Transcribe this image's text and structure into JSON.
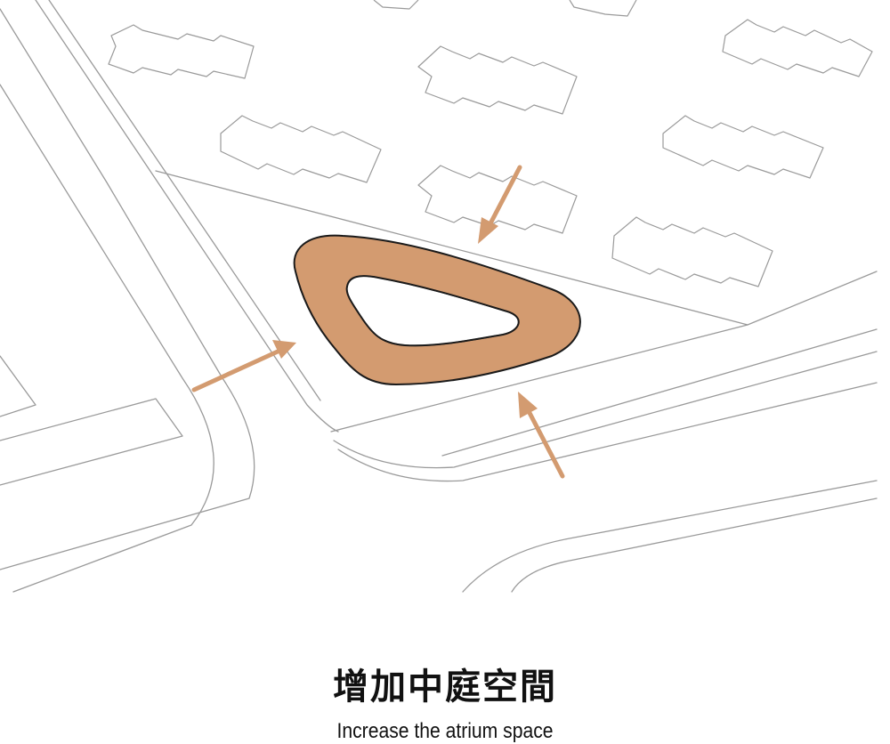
{
  "caption": {
    "title": "增加中庭空間",
    "subtitle": "Increase the atrium space"
  },
  "colors": {
    "background": "#ffffff",
    "line": "#9a9a9a",
    "atrium_fill": "#d39b70",
    "atrium_outline": "#1a1a1a",
    "arrow": "#d39b70",
    "text": "#111111"
  },
  "arrows": {
    "count": 3,
    "direction": "pointing-inward-to-atrium"
  }
}
